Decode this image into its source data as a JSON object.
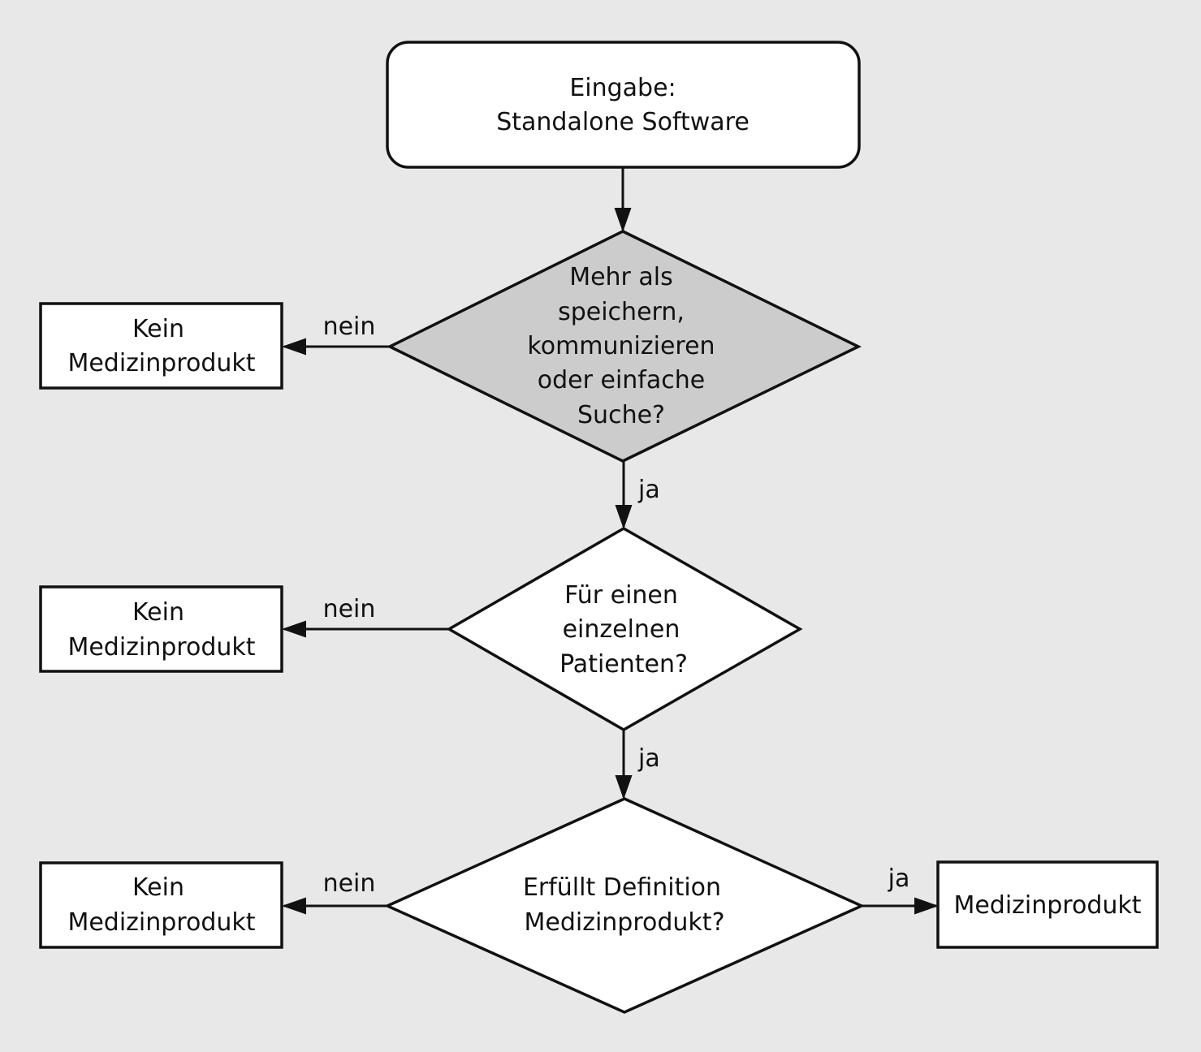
{
  "start": {
    "line1": "Eingabe:",
    "line2": "Standalone Software"
  },
  "decision1": {
    "line1": "Mehr als",
    "line2": "speichern,",
    "line3": "kommunizieren",
    "line4": "oder einfache",
    "line5": "Suche?",
    "fill": "#cccccc"
  },
  "decision2": {
    "line1": "Für einen",
    "line2": "einzelnen",
    "line3": "Patienten?",
    "fill": "#ffffff"
  },
  "decision3": {
    "line1": "Erfüllt Definition",
    "line2": "Medizinprodukt?",
    "fill": "#ffffff"
  },
  "outcome_no1": {
    "line1": "Kein",
    "line2": "Medizinprodukt"
  },
  "outcome_no2": {
    "line1": "Kein",
    "line2": "Medizinprodukt"
  },
  "outcome_no3": {
    "line1": "Kein",
    "line2": "Medizinprodukt"
  },
  "outcome_yes": {
    "label": "Medizinprodukt"
  },
  "edges": {
    "no1": "nein",
    "no2": "nein",
    "no3": "nein",
    "yes1": "ja",
    "yes2": "ja",
    "yes3": "ja"
  },
  "colors": {
    "background": "#e8e8e8",
    "stroke": "#111111",
    "box_fill": "#ffffff"
  }
}
